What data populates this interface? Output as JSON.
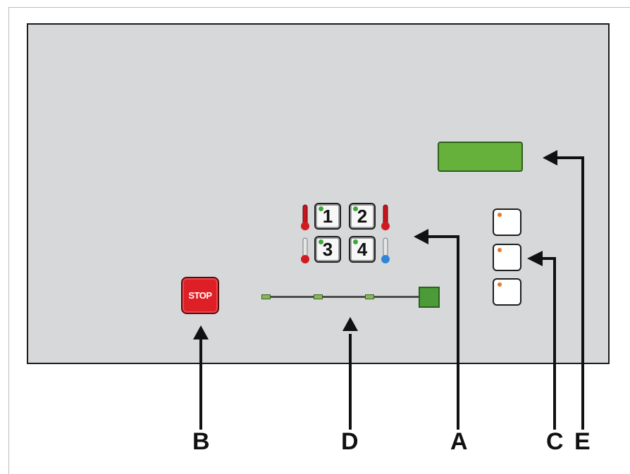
{
  "panel": {
    "stop_button": {
      "label": "STOP"
    },
    "keypad": [
      {
        "number": "1",
        "led_color": "#3fa73c"
      },
      {
        "number": "2",
        "led_color": "#3fa73c"
      },
      {
        "number": "3",
        "led_color": "#3fa73c"
      },
      {
        "number": "4",
        "led_color": "#3fa73c"
      }
    ],
    "thermometers": [
      {
        "state": "hot"
      },
      {
        "state": "hot"
      },
      {
        "state": "warm"
      },
      {
        "state": "cold"
      }
    ],
    "side_buttons_led_color": "#e8782a",
    "display_color": "#66b03c"
  },
  "callouts": {
    "a": "A",
    "b": "B",
    "c": "C",
    "d": "D",
    "e": "E"
  }
}
